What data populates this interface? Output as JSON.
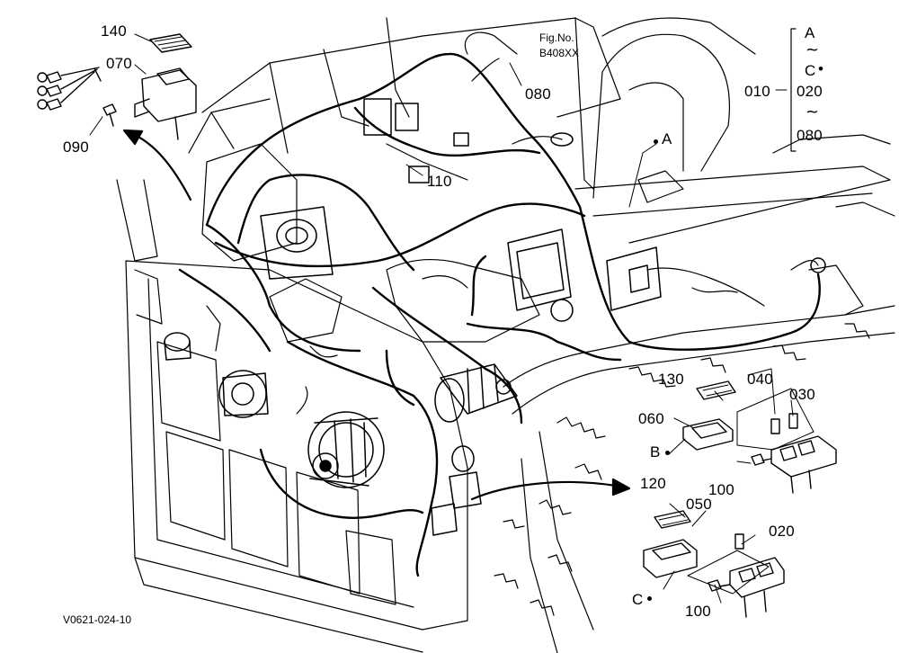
{
  "figure": {
    "fig_label": "Fig.No.",
    "fig_number": "B408XX",
    "drawing_code": "V0621-024-10"
  },
  "legend": {
    "main_part": "010",
    "range_start": "A",
    "tilde": "~",
    "range_mid": "C",
    "bullet": "•",
    "part_020": "020",
    "part_080": "080"
  },
  "callouts": {
    "c140": "140",
    "c070": "070",
    "c090": "090",
    "c080": "080",
    "c110": "110",
    "cA": "A",
    "c130": "130",
    "c040": "040",
    "c030": "030",
    "c060": "060",
    "cB": "B",
    "c100a": "100",
    "c120": "120",
    "c050": "050",
    "c020": "020",
    "cC": "C",
    "c100b": "100"
  }
}
